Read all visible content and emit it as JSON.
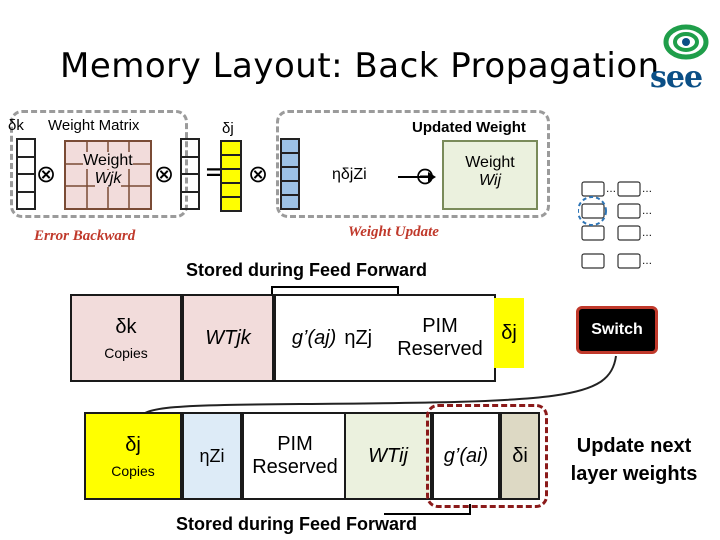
{
  "title": "Memory Layout: Back Propagation",
  "logo": {
    "text": "see",
    "icon": "eye-swirl-icon"
  },
  "top": {
    "delta_k": "δk",
    "weight_matrix_label": "Weight Matrix",
    "delta_j": "δj",
    "updated_weight_label": "Updated Weight",
    "weight_jk_line1": "Weight",
    "weight_jk_line2": "Wjk",
    "eta_delta_z": "ηδjZi",
    "weight_ij_line1": "Weight",
    "weight_ij_line2": "Wij",
    "error_backward": "Error Backward",
    "weight_update": "Weight Update",
    "ops": {
      "times": "⊗",
      "equals": "=",
      "minus": "⊖"
    }
  },
  "stored_ff_top": "Stored during Feed Forward",
  "row1": {
    "delta_k": "δk",
    "copies": "Copies",
    "w_t_jk": "WTjk",
    "g_aj": "g’(aj)",
    "eta_zj": "ηZj",
    "pim_line1": "PIM",
    "pim_line2": "Reserved",
    "delta_j": "δj"
  },
  "switch_label": "Switch",
  "row2": {
    "delta_j": "δj",
    "copies": "Copies",
    "eta_zi": "ηZi",
    "pim_line1": "PIM",
    "pim_line2": "Reserved",
    "w_t_ij": "WTij",
    "g_ai": "g’(ai)",
    "delta_i": "δi"
  },
  "update_next_line1": "Update next",
  "update_next_line2": "layer weights",
  "stored_ff_bottom": "Stored during Feed Forward",
  "colors": {
    "weight_matrix": "#f2dcdb",
    "delta_vec": "#ffff00",
    "eta_vec": "#9dc3e6",
    "updated_weight": "#ebf1de",
    "row_pink": "#f2dcdb",
    "row_blue": "#ddebf7",
    "row_tan": "#ddd9c4",
    "switch_bg": "#000000",
    "red_accent": "#c0392b"
  }
}
